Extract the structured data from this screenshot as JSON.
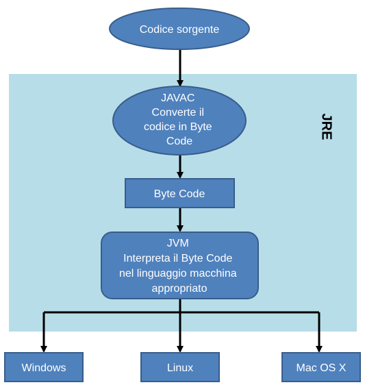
{
  "diagram": {
    "container_label": "JRE",
    "nodes": {
      "source": {
        "label": "Codice sorgente"
      },
      "javac": {
        "lines": [
          "JAVAC",
          "Converte il",
          "codice in Byte",
          "Code"
        ]
      },
      "bytecode": {
        "label": "Byte Code"
      },
      "jvm": {
        "lines": [
          "JVM",
          "Interpreta il Byte Code",
          "nel linguaggio macchina",
          "appropriato"
        ]
      },
      "windows": {
        "label": "Windows"
      },
      "linux": {
        "label": "Linux"
      },
      "macos": {
        "label": "Mac OS X"
      }
    },
    "edges": [
      {
        "from": "source",
        "to": "javac"
      },
      {
        "from": "javac",
        "to": "bytecode"
      },
      {
        "from": "bytecode",
        "to": "jvm"
      },
      {
        "from": "jvm",
        "to": "windows"
      },
      {
        "from": "jvm",
        "to": "linux"
      },
      {
        "from": "jvm",
        "to": "macos"
      }
    ],
    "colors": {
      "container_fill": "#b7dde8",
      "node_fill": "#4f81bd",
      "node_stroke": "#385d8a",
      "arrow": "#000000",
      "node_text": "#ffffff"
    }
  }
}
